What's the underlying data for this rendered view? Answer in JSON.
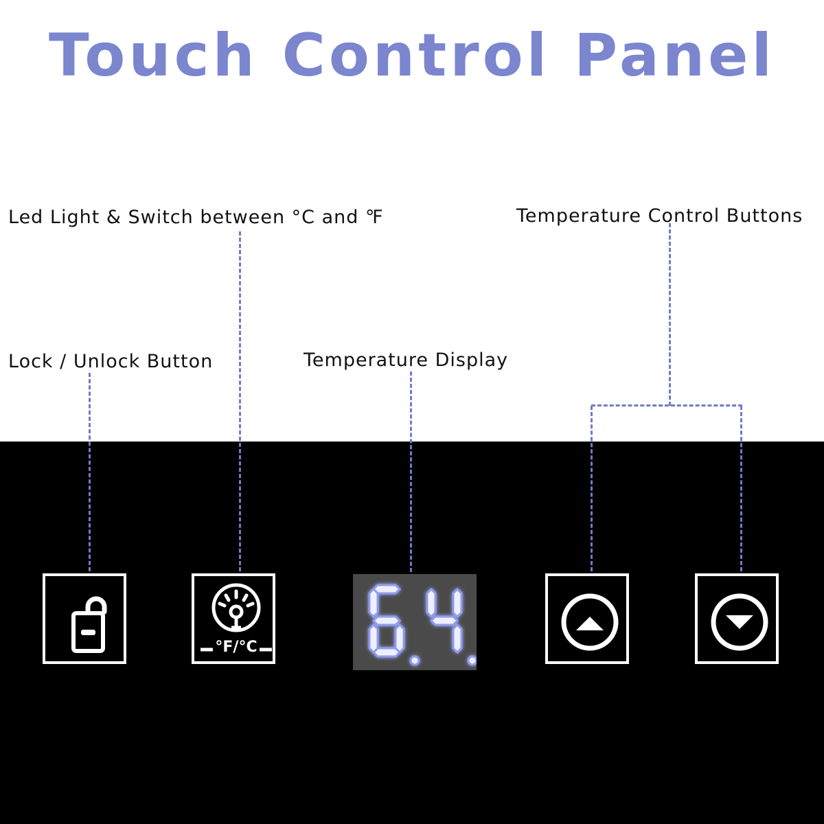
{
  "title": "Touch Control Panel",
  "labels": {
    "led_light": "Led Light & Switch between °C and ℉",
    "temperature_control": "Temperature Control Buttons",
    "lock_unlock": "Lock / Unlock Button",
    "temperature_display": "Temperature Display"
  },
  "panel": {
    "lock_button": {
      "icon": "unlock-icon"
    },
    "unit_button": {
      "icon": "light-bulb-icon",
      "text": "°F/°C"
    },
    "display": {
      "digits": "6.4."
    },
    "up_button": {
      "icon": "up-arrow-circle-icon"
    },
    "down_button": {
      "icon": "down-arrow-circle-icon"
    }
  },
  "colors": {
    "title": "#7b86cf",
    "leader_lines": "#6f7cc6",
    "panel_background": "#000000",
    "icon": "#ffffff",
    "display_background": "#4a4a4a",
    "display_digits": "#eef0ff"
  }
}
